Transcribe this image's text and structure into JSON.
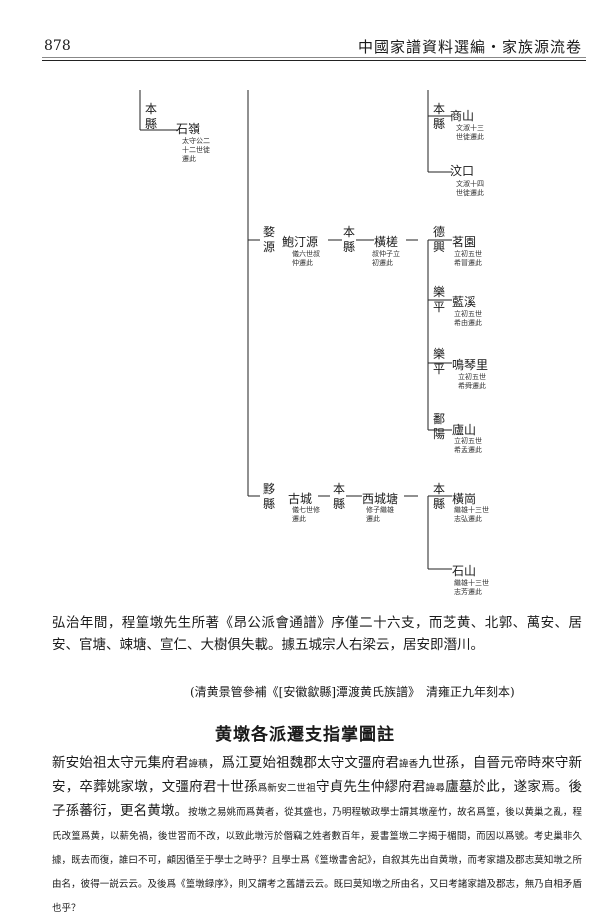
{
  "header": {
    "page_number": "878",
    "book_title": "中國家譜資料選編・家族源流卷"
  },
  "tree": {
    "benxian_top": {
      "region": "本\n縣",
      "name": "石嶺",
      "note": "太守公二\n十二世徙\n遷此"
    },
    "benxian_right": {
      "region": "本\n縣"
    },
    "shangshan": {
      "name": "商山",
      "note": "文淑十三\n世徙遷此"
    },
    "wenkou": {
      "name": "汶口",
      "note": "文淑十四\n世徙遷此"
    },
    "wuyuan": {
      "region": "婺\n源",
      "name": "鮑汀源",
      "note": "儀六世叔\n仲遷此"
    },
    "hengcha": {
      "region": "本\n縣",
      "name": "橫槎",
      "note": "叔仲子立\n初遷此"
    },
    "mingyuan": {
      "region": "德\n興",
      "name": "茗園",
      "note": "立初五世\n希冒遷此"
    },
    "lanxi": {
      "region": "樂\n平",
      "name": "藍溪",
      "note": "立初五世\n希由遷此"
    },
    "mingqinli": {
      "region": "樂\n平",
      "name": "鳴琴里",
      "note": "立初五世\n希舜遷此"
    },
    "lushan": {
      "region": "鄱\n陽",
      "name": "廬山",
      "note": "立初五世\n希孟遷此"
    },
    "yixian": {
      "region": "黟\n縣",
      "name": "古城",
      "note": "儀七世修\n遷此"
    },
    "xichengtang": {
      "region": "本\n縣",
      "name": "西城塘",
      "note": "修子繼雄\n遷此"
    },
    "benxian_bottom": {
      "region": "本\n縣"
    },
    "henggang": {
      "name": "橫崗",
      "note": "繼雄十三世\n志弘遷此"
    },
    "shishan": {
      "name": "石山",
      "note": "繼雄十三世\n志芳遷此"
    }
  },
  "paragraph1": "弘治年間，程篁墩先生所著《昂公派會通譜》序僅二十六支，而芝黄、北郭、萬安、居安、官塘、竦塘、宣仁、大樹俱失載。據五城宗人右梁云，居安即潛川。",
  "source_line": "(清黄景管參補《[安徽歙縣]潭渡黄氏族譜》　清雍正九年刻本)",
  "section_title": "黄墩各派遷支指掌圖註",
  "body": {
    "p1": "新安始祖太守元集府君",
    "n1": "諱積",
    "p2": "，爲江夏始祖魏郡太守文彊府君",
    "n2": "諱香",
    "p3": "九世孫，自晉元帝時來守新安，卒葬姚家墩，文彊府君十世孫",
    "n3": "爲新安二世祖",
    "p4": "守貞先生仲繆府君",
    "n4": "諱尋",
    "p5": "廬墓於此，遂家焉。後子孫蕃衍，更名黄墩。",
    "n5": "按墩之易姚而爲黄者，從其盛也，乃明程敏政學士謂其墩産竹，故名爲篁，後以黄巢之亂，程氏改篁爲黄，以薪免禍，後世習而不改，以致此墩污於僭竊之姓者數百年，爰書篁墩二字揭于楣間，而因以爲號。考史巢非久據，既去而復，誰曰不可，顧因循至于學士之時乎？且學士爲《篁墩書舍記》，自叙其先出自黄墩，而考家譜及郡志莫知墩之所由名，彼得一説云云。及後爲《篁墩録序》，則又謂考之舊譜云云。既曰莫知墩之所由名，又曰考諸家譜及郡志，無乃自相矛盾也乎？"
  }
}
